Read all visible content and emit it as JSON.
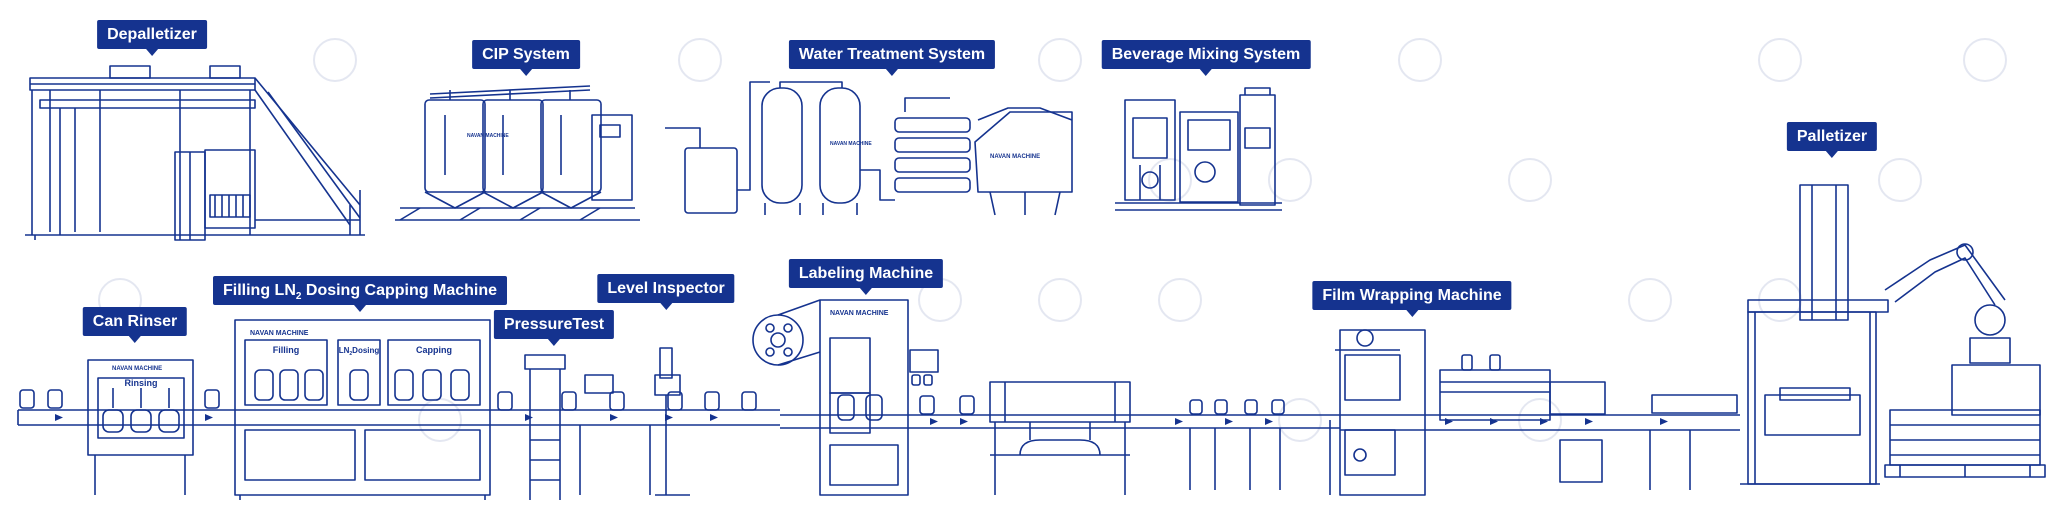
{
  "colors": {
    "line": "#15338f",
    "label_bg": "#15338f",
    "label_text": "#ffffff",
    "watermark": "#e4e7f1"
  },
  "watermark_icon": "nw-logo-icon",
  "brand": "NAVAN MACHINE",
  "machines": {
    "depalletizer": "Depalletizer",
    "cip": "CIP System",
    "water": "Water Treatment System",
    "beverage": "Beverage Mixing System",
    "palletizer": "Palletizer",
    "rinser": "Can Rinser",
    "filling": {
      "pre": "Filling LN",
      "sub": "2",
      "post": " Dosing Capping Machine"
    },
    "pressure": "PressureTest",
    "level": "Level Inspector",
    "labeling": "Labeling Machine",
    "film": "Film Wrapping Machine"
  },
  "panels": {
    "rinsing": "Rinsing",
    "filling": "Filling",
    "ln2": {
      "pre": "LN",
      "sub": "2",
      "post": "Dosing"
    },
    "capping": "Capping"
  }
}
